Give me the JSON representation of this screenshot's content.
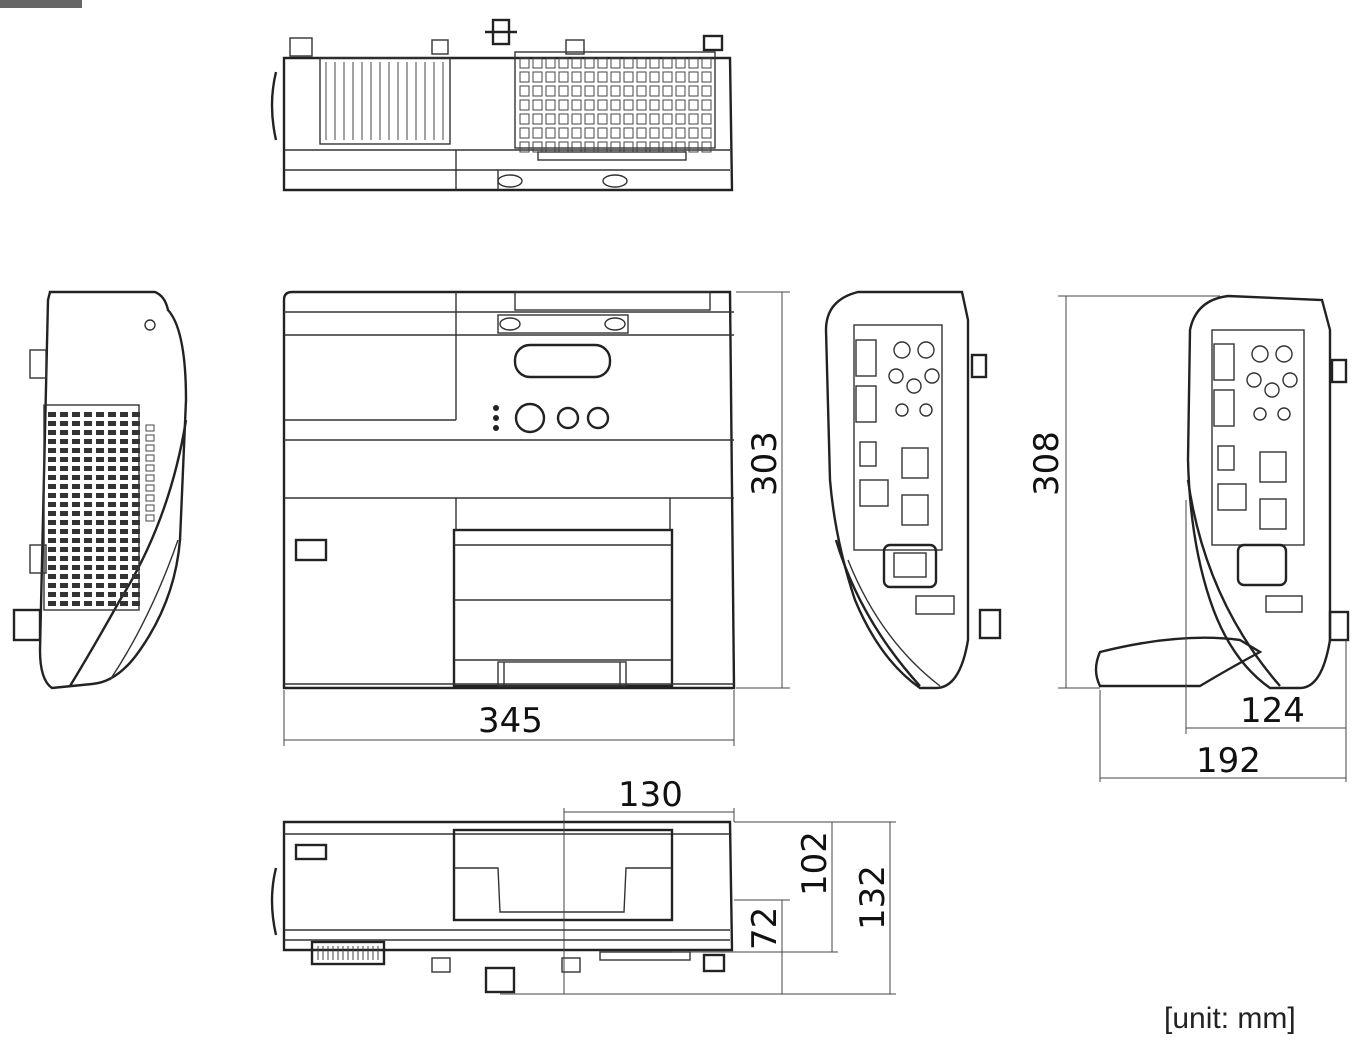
{
  "colors": {
    "line": "#222222",
    "background": "#ffffff",
    "corner_mark": "#666666"
  },
  "dimensions": {
    "front_width": "345",
    "front_height": "303",
    "side_height": "308",
    "side_depth_inner": "124",
    "side_depth_outer": "192",
    "bottom_lens_offset": "130",
    "bottom_height_inner": "102",
    "bottom_height_lens": "72",
    "bottom_height_total": "132"
  },
  "unit_note": "[unit: mm]"
}
